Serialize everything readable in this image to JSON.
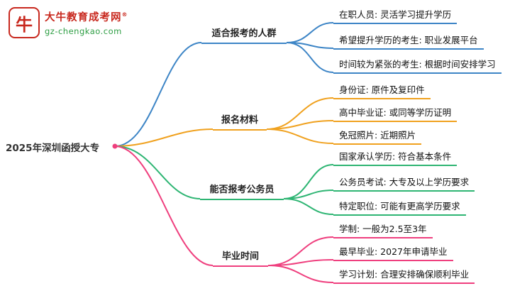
{
  "logo": {
    "icon_char": "牛",
    "site_name": "大牛教育成考网",
    "reg_mark": "®",
    "domain": "gz-chengkao.com"
  },
  "root": {
    "label": "2025年深圳函授大专",
    "dot_color": "#ef3f7e"
  },
  "branches": [
    {
      "label": "适合报考的人群",
      "color": "#3d85c6",
      "leaves": [
        "在职人员: 灵活学习提升学历",
        "希望提升学历的考生: 职业发展平台",
        "时间较为紧张的考生: 根据时间安排学习"
      ]
    },
    {
      "label": "报名材料",
      "color": "#f0a11e",
      "leaves": [
        "身份证: 原件及复印件",
        "高中毕业证: 或同等学历证明",
        "免冠照片: 近期照片"
      ]
    },
    {
      "label": "能否报考公务员",
      "color": "#2eb573",
      "leaves": [
        "国家承认学历: 符合基本条件",
        "公务员考试: 大专及以上学历要求",
        "特定职位: 可能有更高学历要求"
      ]
    },
    {
      "label": "毕业时间",
      "color": "#ef3f7e",
      "leaves": [
        "学制: 一般为2.5至3年",
        "最早毕业: 2027年申请毕业",
        "学习计划: 合理安排确保顺利毕业"
      ]
    }
  ]
}
